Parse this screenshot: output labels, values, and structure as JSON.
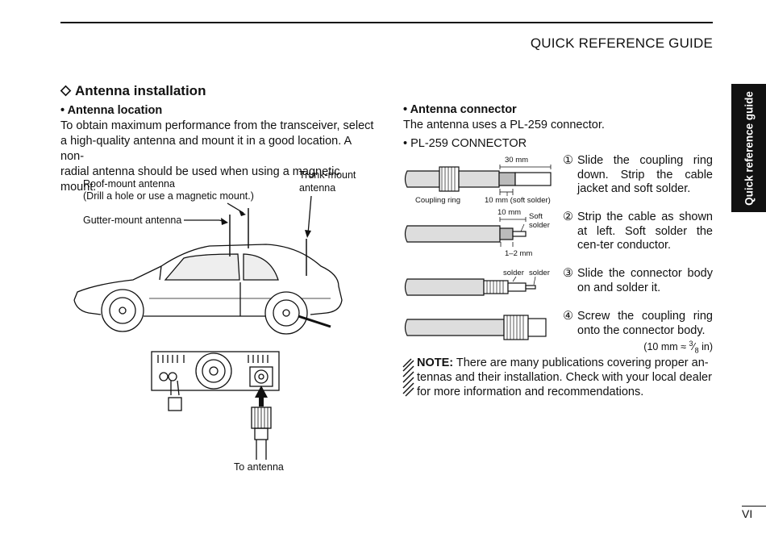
{
  "header": {
    "title": "QUICK REFERENCE GUIDE"
  },
  "side_tab": {
    "label": "Quick reference guide"
  },
  "section": {
    "title": "Antenna installation",
    "title_icon": "diamond-outline-icon"
  },
  "antenna_location": {
    "heading": "• Antenna location",
    "lines": [
      "To obtain maximum performance from the transceiver, select",
      "a high-quality antenna and mount it in a good location. A non-",
      "radial antenna should be used when using a magnetic mount."
    ],
    "labels": {
      "roof_mount_1": "Roof-mount antenna",
      "roof_mount_2": "(Drill a hole or use a magnetic mount.)",
      "gutter_mount": "Gutter-mount antenna",
      "trunk_mount_1": "Trunk-mount",
      "trunk_mount_2": "antenna",
      "to_antenna": "To antenna"
    }
  },
  "antenna_connector": {
    "heading": "• Antenna connector",
    "line": "The antenna uses a PL-259 connector.",
    "pl259_heading": "• PL-259 CONNECTOR",
    "diagram_labels": {
      "dim_30mm": "30 mm",
      "coupling_ring": "Coupling ring",
      "dim_10mm_soft": "10 mm (soft solder)",
      "dim_10mm": "10 mm",
      "soft_solder_1": "Soft",
      "soft_solder_2": "solder",
      "dim_1_2mm": "1–2 mm",
      "solder_1": "solder",
      "solder_2": "solder"
    },
    "steps": [
      {
        "num": "①",
        "text": "Slide the coupling ring down. Strip the cable jacket and soft solder."
      },
      {
        "num": "②",
        "text": "Strip the cable as shown at left. Soft solder the cen-ter conductor."
      },
      {
        "num": "③",
        "text": "Slide the connector body on and solder it."
      },
      {
        "num": "④",
        "text": "Screw the coupling ring onto the connector body."
      }
    ],
    "conversion": {
      "prefix": "(10 mm ≈",
      "num": "3",
      "den": "8",
      "suffix": "in)"
    }
  },
  "note": {
    "label": "NOTE:",
    "text": "There are many publications covering proper an-tennas and their installation. Check with your local dealer for more information and recommendations."
  },
  "page_number": "VI"
}
